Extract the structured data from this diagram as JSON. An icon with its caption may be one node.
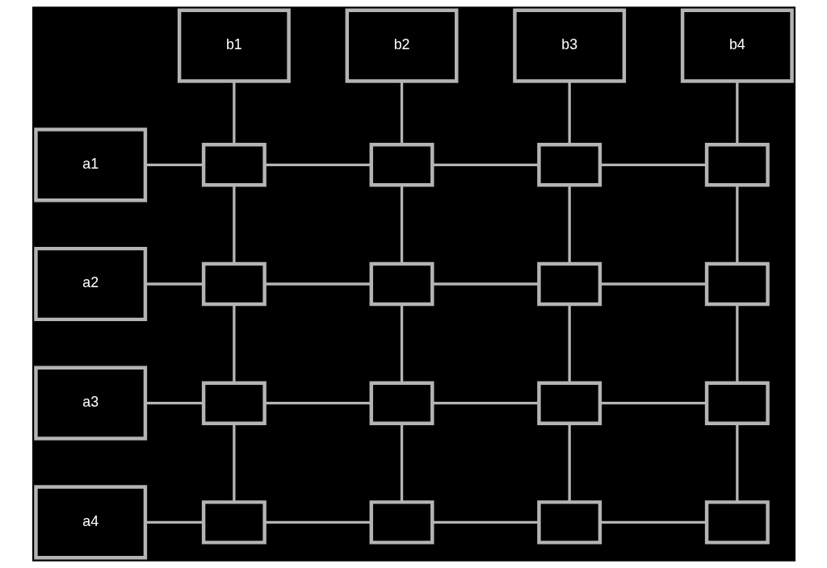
{
  "diagram": {
    "nodes": [
      {
        "text": [
          "b1"
        ]
      },
      {
        "text": [
          "b2"
        ]
      },
      {
        "text": [
          "b3"
        ]
      },
      {
        "text": [
          "b4"
        ]
      },
      {
        "text": [
          "a1"
        ]
      },
      {
        "text": [],
        "shape": "box"
      },
      {
        "text": [],
        "shape": "box"
      },
      {
        "text": [],
        "shape": "box"
      },
      {
        "text": [],
        "shape": "box"
      },
      {
        "text": [
          "a2"
        ]
      },
      {
        "text": [],
        "shape": "box"
      },
      {
        "text": [],
        "shape": "box"
      },
      {
        "text": [],
        "shape": "box"
      },
      {
        "text": [],
        "shape": "box"
      },
      {
        "text": [
          "a3"
        ]
      },
      {
        "text": [],
        "shape": "box"
      },
      {
        "text": [],
        "shape": "box"
      },
      {
        "text": [],
        "shape": "box"
      },
      {
        "text": [],
        "shape": "box"
      },
      {
        "text": [
          "a4"
        ]
      },
      {
        "text": [],
        "shape": "box"
      },
      {
        "text": [],
        "shape": "box"
      },
      {
        "text": [],
        "shape": "box"
      },
      {
        "text": [],
        "shape": "box"
      }
    ],
    "edges": [
      {
        "from": 0,
        "to": 5,
        "arrow": "none"
      },
      {
        "from": 1,
        "to": 6,
        "arrow": "none"
      },
      {
        "from": 2,
        "to": 7,
        "arrow": "none"
      },
      {
        "from": 3,
        "to": 8,
        "arrow": "none"
      },
      {
        "from": 4,
        "to": 5,
        "arrow": "none"
      },
      {
        "from": 5,
        "to": 6,
        "arrow": "none"
      },
      {
        "from": 6,
        "to": 7,
        "arrow": "none"
      },
      {
        "from": 7,
        "to": 8,
        "arrow": "none"
      },
      {
        "from": 5,
        "to": 10,
        "arrow": "none"
      },
      {
        "from": 6,
        "to": 11,
        "arrow": "none"
      },
      {
        "from": 7,
        "to": 12,
        "arrow": "none"
      },
      {
        "from": 8,
        "to": 13,
        "arrow": "none"
      },
      {
        "from": 9,
        "to": 10,
        "arrow": "none"
      },
      {
        "from": 10,
        "to": 11,
        "arrow": "none"
      },
      {
        "from": 11,
        "to": 12,
        "arrow": "none"
      },
      {
        "from": 12,
        "to": 13,
        "arrow": "none"
      },
      {
        "from": 10,
        "to": 15,
        "arrow": "none"
      },
      {
        "from": 11,
        "to": 16,
        "arrow": "none"
      },
      {
        "from": 12,
        "to": 17,
        "arrow": "none"
      },
      {
        "from": 13,
        "to": 18,
        "arrow": "none"
      },
      {
        "from": 14,
        "to": 15,
        "arrow": "none"
      },
      {
        "from": 15,
        "to": 16,
        "arrow": "none"
      },
      {
        "from": 16,
        "to": 17,
        "arrow": "none"
      },
      {
        "from": 17,
        "to": 18,
        "arrow": "none"
      },
      {
        "from": 15,
        "to": 20,
        "arrow": "none"
      },
      {
        "from": 16,
        "to": 21,
        "arrow": "none"
      },
      {
        "from": 17,
        "to": 22,
        "arrow": "none"
      },
      {
        "from": 18,
        "to": 23,
        "arrow": "none"
      },
      {
        "from": 19,
        "to": 20,
        "arrow": "none"
      },
      {
        "from": 20,
        "to": 21,
        "arrow": "none"
      },
      {
        "from": 21,
        "to": 22,
        "arrow": "none"
      },
      {
        "from": 22,
        "to": 23,
        "arrow": "none"
      }
    ]
  }
}
